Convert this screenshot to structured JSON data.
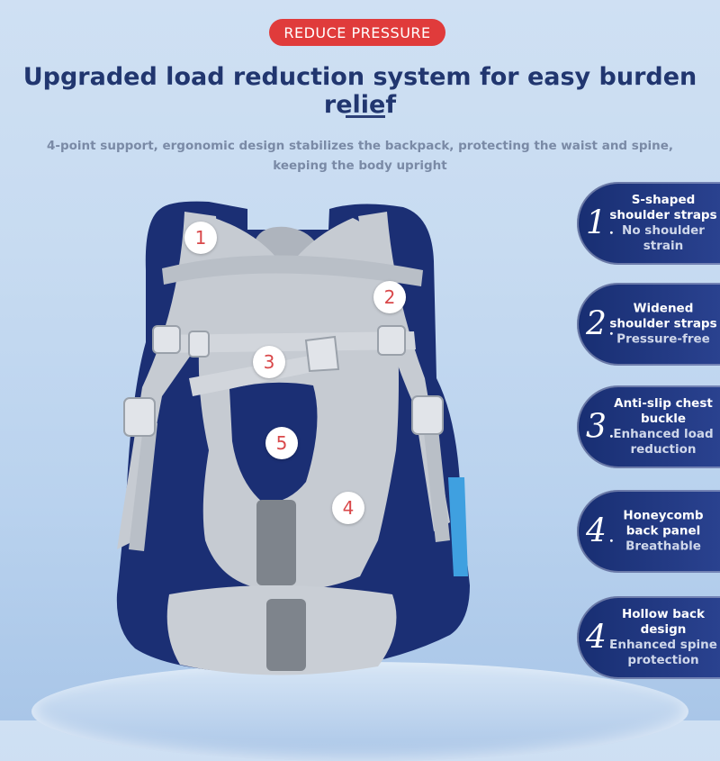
{
  "badge": "REDUCE PRESSURE",
  "headline": "Upgraded load reduction system for easy burden relief",
  "subtitle": [
    "4-point support, ergonomic design stabilizes the backpack, protecting the waist and spine,",
    "keeping the body upright"
  ],
  "markers": [
    "1",
    "2",
    "3",
    "5",
    "4"
  ],
  "features": [
    {
      "num": "1",
      "title": "S-shaped shoulder straps",
      "desc": "No shoulder strain"
    },
    {
      "num": "2",
      "title": "Widened shoulder straps",
      "desc": "Pressure-free"
    },
    {
      "num": "3",
      "title": "Anti-slip chest buckle",
      "desc": "Enhanced load reduction"
    },
    {
      "num": "4",
      "title": "Honeycomb back panel",
      "desc": "Breathable"
    },
    {
      "num": "4",
      "title": "Hollow back design",
      "desc": "Enhanced spine protection"
    }
  ],
  "colors": {
    "accent": "#e03b3b",
    "navy": "#1b2f74",
    "gray": "#b9bfc7"
  }
}
